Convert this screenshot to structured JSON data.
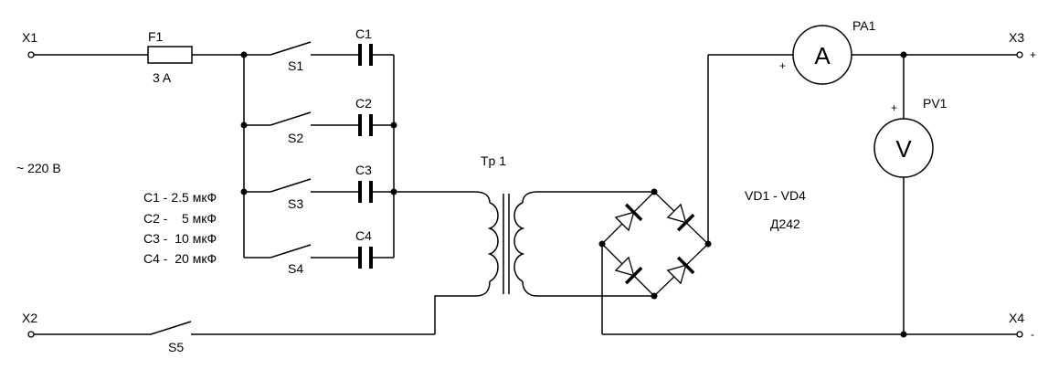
{
  "terminals": {
    "x1": "X1",
    "x2": "X2",
    "x3": "X3",
    "x4": "X4",
    "x3_polarity": "+",
    "x4_polarity": "-"
  },
  "fuse": {
    "name": "F1",
    "rating": "3 A"
  },
  "supply": {
    "label": "~ 220 B"
  },
  "switches": [
    "S1",
    "S2",
    "S3",
    "S4",
    "S5"
  ],
  "capacitors": [
    "C1",
    "C2",
    "C3",
    "C4"
  ],
  "capacitor_values": [
    "C1 - 2.5 мкФ",
    "C2 -    5 мкФ",
    "C3 -  10 мкФ",
    "C4 -  20 мкФ"
  ],
  "transformer": {
    "name": "Tp 1"
  },
  "diodes": {
    "range": "VD1 - VD4",
    "type": "Д242"
  },
  "ammeter": {
    "name": "PA1",
    "symbol": "A",
    "polarity": "+"
  },
  "voltmeter": {
    "name": "PV1",
    "symbol": "V",
    "polarity": "+"
  }
}
